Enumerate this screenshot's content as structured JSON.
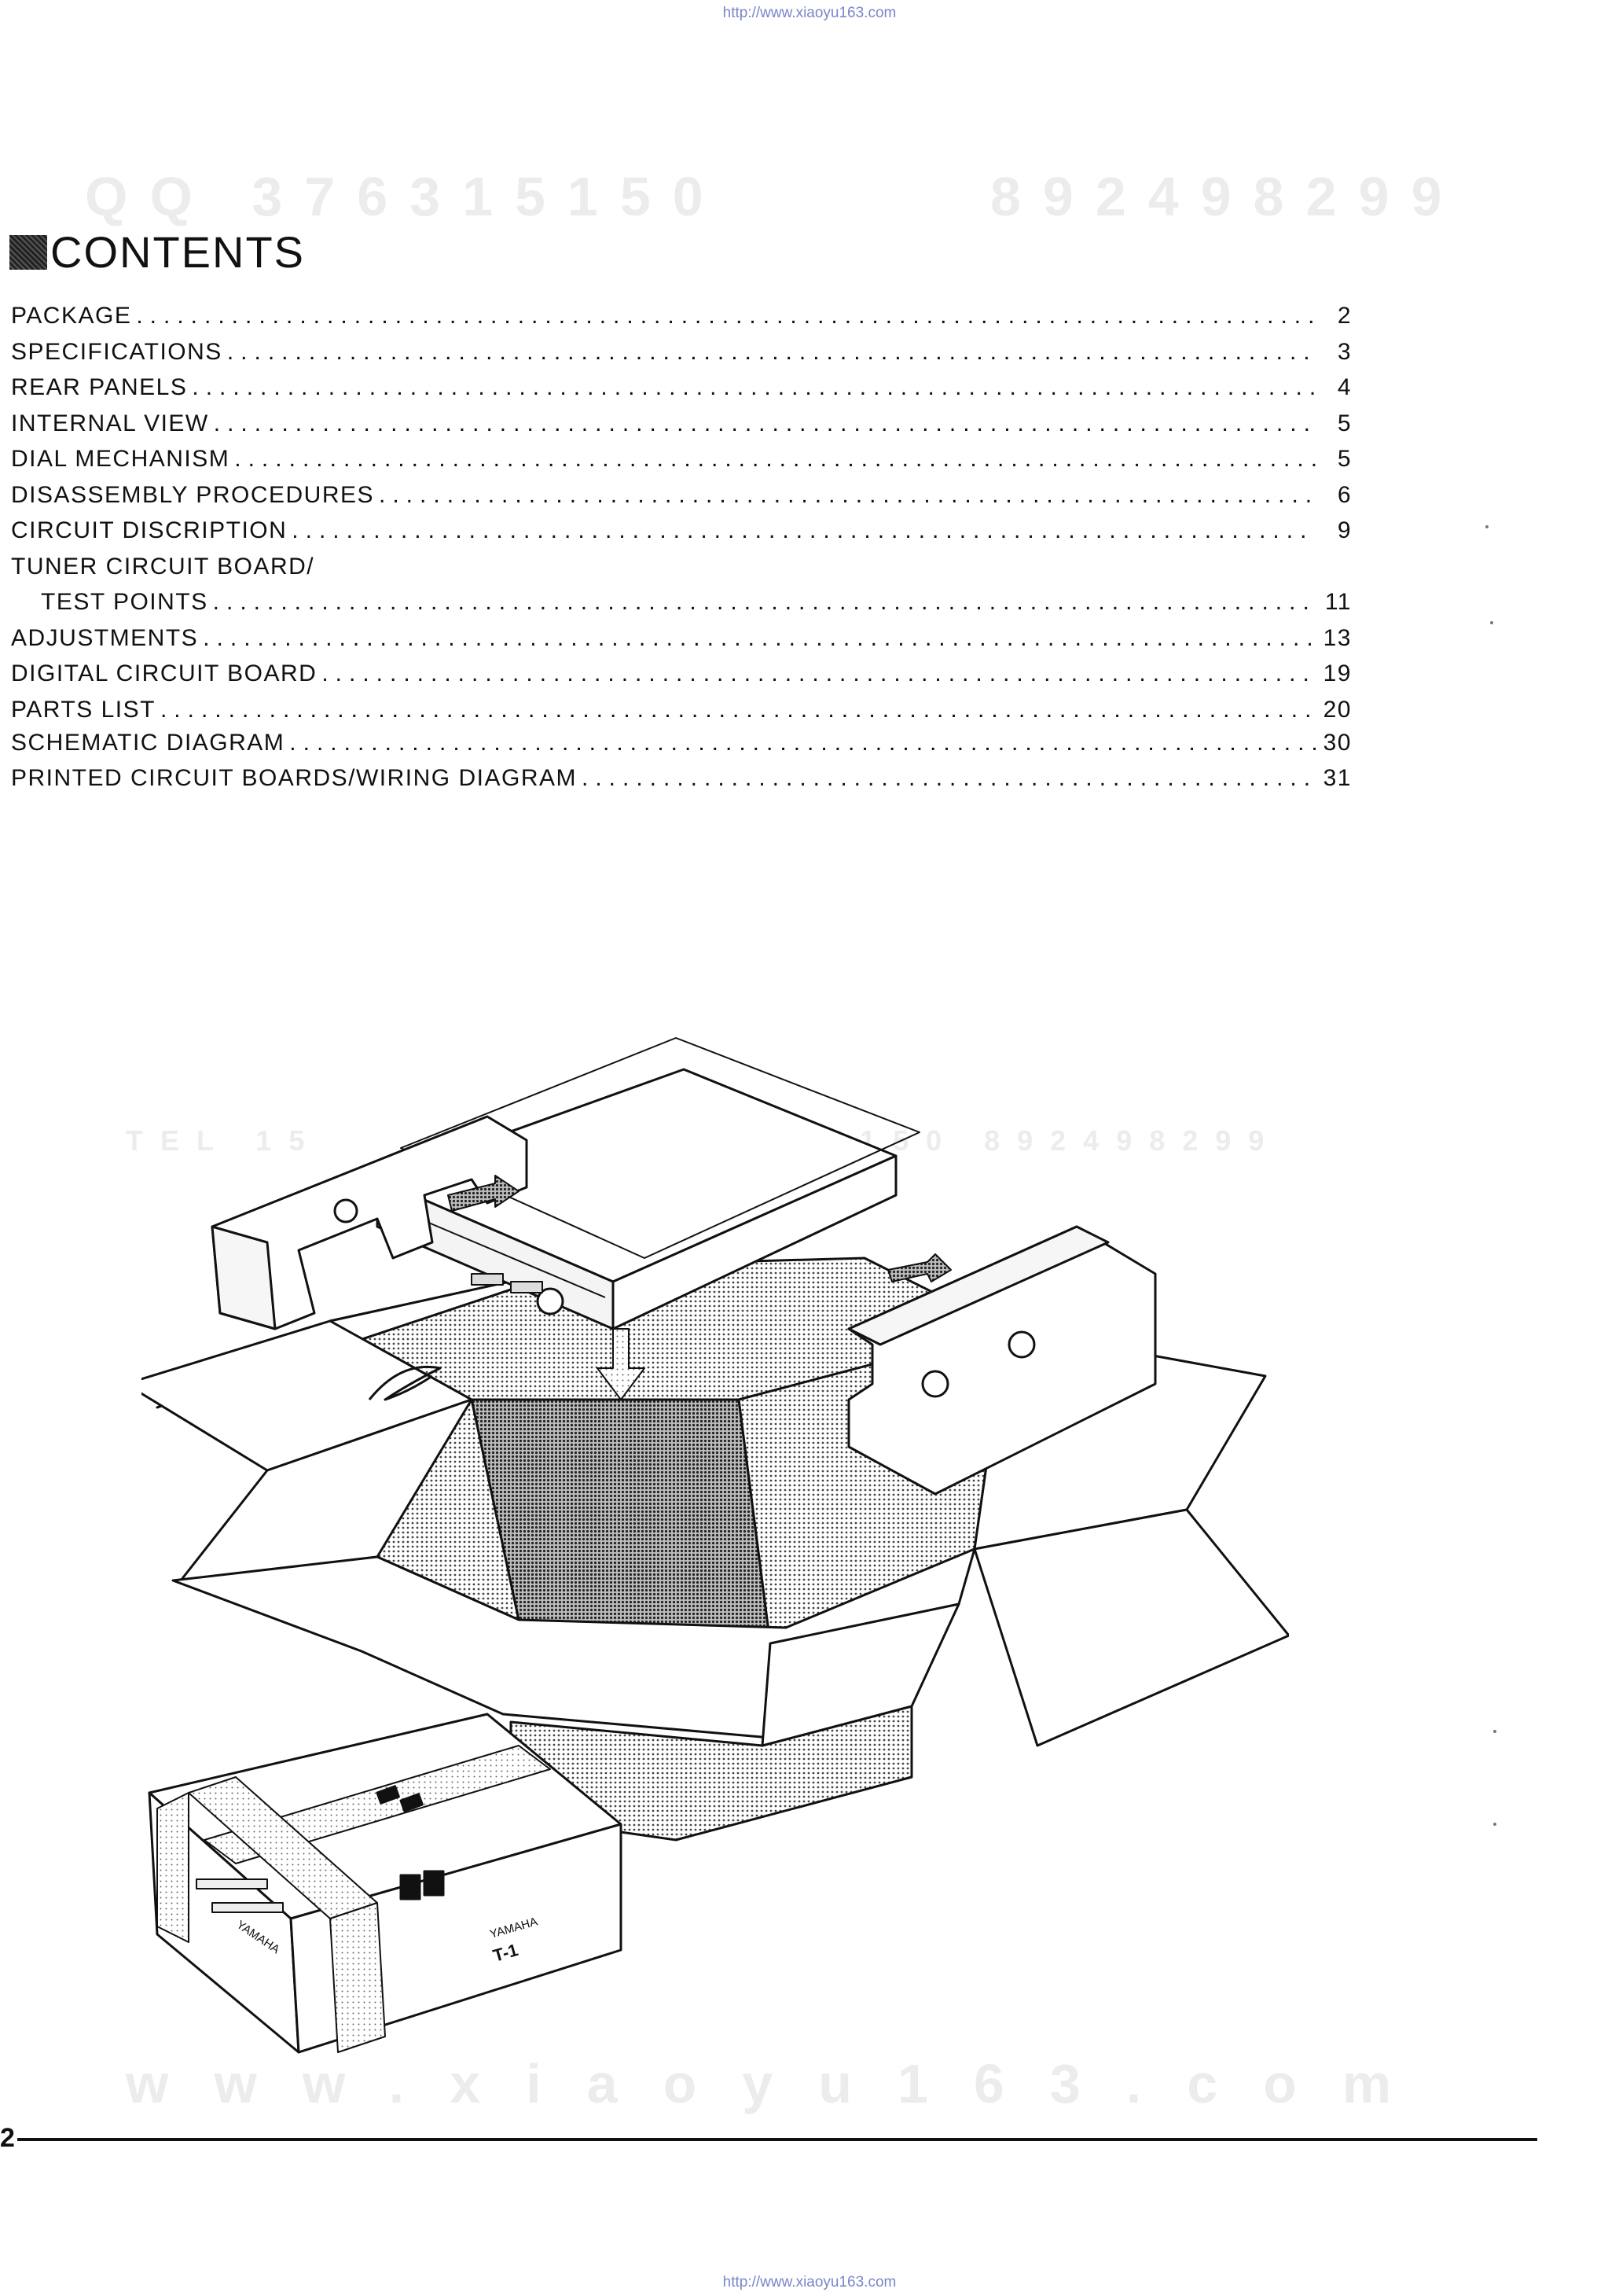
{
  "header_url": "http://www.xiaoyu163.com",
  "footer_url": "http://www.xiaoyu163.com",
  "watermarks": {
    "qq": "QQ 376315150",
    "phone": "892498299",
    "tel_line": "TEL 15",
    "tel_line2": "15150 892498299",
    "site": "www.xiaoyu163.com"
  },
  "heading": "CONTENTS",
  "toc": [
    {
      "label": "PACKAGE",
      "page": "2"
    },
    {
      "label": "SPECIFICATIONS",
      "page": "3"
    },
    {
      "label": "REAR PANELS",
      "page": "4"
    },
    {
      "label": "INTERNAL VIEW",
      "page": "5"
    },
    {
      "label": "DIAL MECHANISM",
      "page": "5"
    },
    {
      "label": "DISASSEMBLY PROCEDURES",
      "page": "6"
    },
    {
      "label": "CIRCUIT DISCRIPTION",
      "page": "9"
    },
    {
      "label": "TUNER CIRCUIT BOARD/",
      "page": ""
    },
    {
      "label": "TEST POINTS",
      "page": "11"
    },
    {
      "label": "ADJUSTMENTS",
      "page": "13"
    },
    {
      "label": "DIGITAL CIRCUIT BOARD",
      "page": "19"
    },
    {
      "label": "PARTS LIST",
      "page": "20"
    },
    {
      "label": "SCHEMATIC DIAGRAM",
      "page": "30"
    },
    {
      "label": "PRINTED CIRCUIT BOARDS/WIRING DIAGRAM",
      "page": "31"
    }
  ],
  "box_label": {
    "brand": "YAMAHA",
    "model": "T-1"
  },
  "page_number": "2"
}
